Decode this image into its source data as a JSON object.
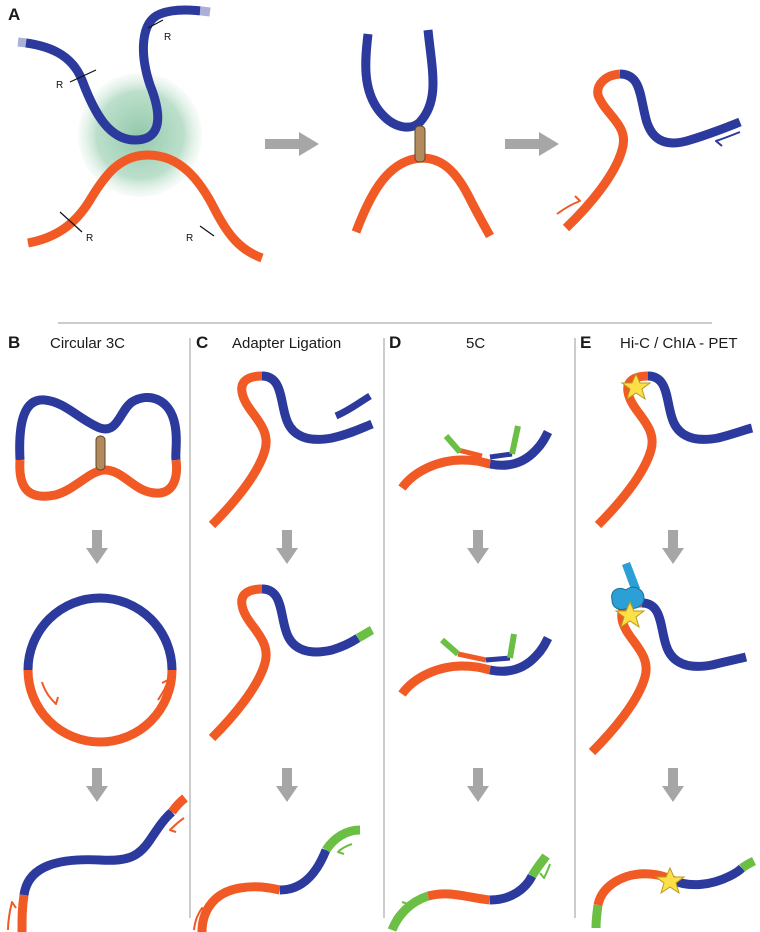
{
  "panels": {
    "a": {
      "letter": "A"
    },
    "b": {
      "letter": "B",
      "title": "Circular 3C"
    },
    "c": {
      "letter": "C",
      "title": "Adapter Ligation"
    },
    "d": {
      "letter": "D",
      "title": "5C"
    },
    "e": {
      "letter": "E",
      "title": "Hi-C / ChIA - PET"
    }
  },
  "restriction_site_label": "R",
  "colors": {
    "blue_strand": "#2b3a9c",
    "orange_strand": "#f15a24",
    "green_adapter": "#6cbf45",
    "crosslink": "#b38a5e",
    "arrow_gray": "#a6a6a6",
    "star": "#fde047",
    "antibody": "#2b9fd6",
    "protein_blob": "#8fc9a8"
  }
}
